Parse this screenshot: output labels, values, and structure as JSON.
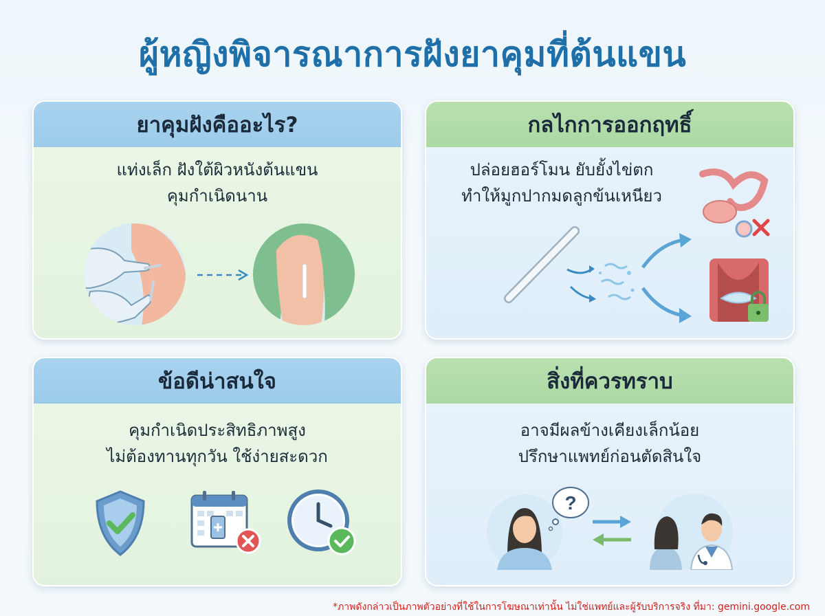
{
  "title": "ผู้หญิงพิจารณาการฝังยาคุมที่ต้นแขน",
  "cards": {
    "what": {
      "heading": "ยาคุมฝังคืออะไร?",
      "line1": "แท่งเล็ก ฝังใต้ผิวหนังต้นแขน",
      "line2": "คุมกำเนิดนาน"
    },
    "mechanism": {
      "heading": "กลไกการออกฤทธิ์",
      "line1": "ปล่อยฮอร์โมน ยับยั้งไข่ตก",
      "line2": "ทำให้มูกปากมดลูกข้นเหนียว"
    },
    "pros": {
      "heading": "ข้อดีน่าสนใจ",
      "line1": "คุมกำเนิดประสิทธิภาพสูง",
      "line2": "ไม่ต้องทานทุกวัน ใช้ง่ายสะดวก"
    },
    "know": {
      "heading": "สิ่งที่ควรทราบ",
      "line1": "อาจมีผลข้างเคียงเล็กน้อย",
      "line2": "ปรึกษาแพทย์ก่อนตัดสินใจ"
    }
  },
  "footnote": "*ภาพดังกล่าวเป็นภาพตัวอย่างที่ใช้ในการโฆษณาเท่านั้น ไม่ใช่แพทย์และผู้รับบริการจริง ที่มา: gemini.google.com",
  "icons": [
    "gloved-hands-icon",
    "arm-with-implant-icon",
    "implant-rod-icon",
    "ovary-blocked-icon",
    "cervix-locked-icon",
    "shield-check-icon",
    "calendar-pill-cross-icon",
    "clock-check-icon",
    "woman-question-icon",
    "doctor-icon"
  ],
  "colors": {
    "title": "#1f6fa8",
    "header_blue": "#a9d3ef",
    "header_green": "#b9e0b0",
    "footnote": "#d0201c"
  }
}
